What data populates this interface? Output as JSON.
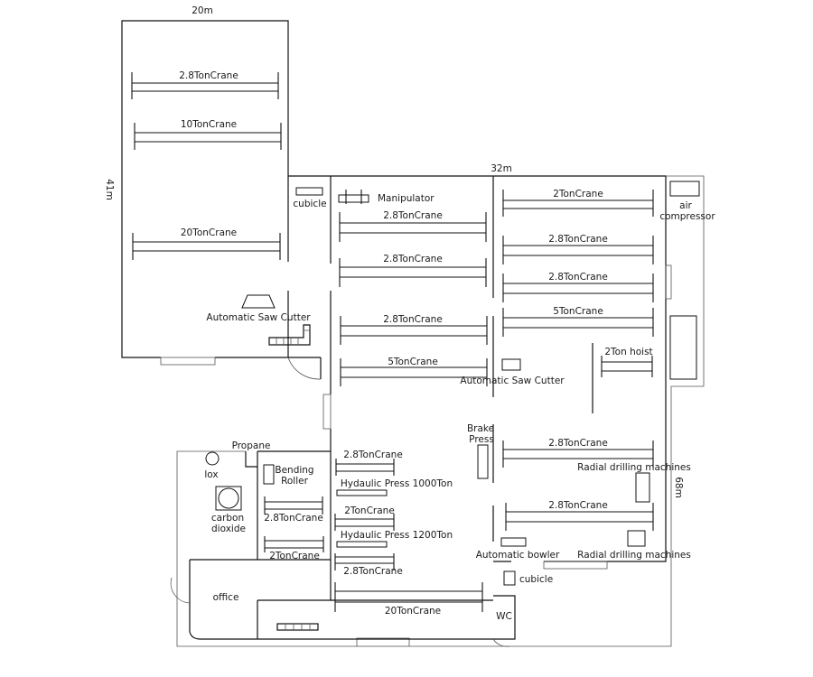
{
  "dimensions": {
    "top_width": "20m",
    "side_height": "41m",
    "main_width": "32m",
    "main_height": "68m"
  },
  "rooms": {
    "cubicle_top": "cubicle",
    "cubicle_bottom": "cubicle",
    "office": "office",
    "wc": "WC"
  },
  "equipment": {
    "air_compressor_1": "air",
    "air_compressor_2": "compressor",
    "manipulator": "Manipulator",
    "saw_cutter_left": "Automatic Saw Cutter",
    "saw_cutter_middle": "Automatic Saw Cutter",
    "brake_press_1": "Brake",
    "brake_press_2": "Press",
    "hoist": "2Ton hoist",
    "radial_drill_1": "Radial drilling machines",
    "radial_drill_2": "Radial drilling machines",
    "automatic_bowler": "Automatic bowler",
    "propane": "Propane",
    "lox": "lox",
    "carbon_dioxide_1": "carbon",
    "carbon_dioxide_2": "dioxide",
    "bending_roller_1": "Bending",
    "bending_roller_2": "Roller",
    "press_1000": "Hydaulic Press 1000Ton",
    "press_1200": "Hydaulic Press 1200Ton"
  },
  "cranes": {
    "top_1": "2.8TonCrane",
    "top_2": "10TonCrane",
    "top_3": "20TonCrane",
    "mid_1": "2.8TonCrane",
    "mid_2": "2.8TonCrane",
    "mid_3": "2.8TonCrane",
    "mid_4": "5TonCrane",
    "right_1": "2TonCrane",
    "right_2": "2.8TonCrane",
    "right_3": "2.8TonCrane",
    "right_4": "5TonCrane",
    "right_5": "2.8TonCrane",
    "right_6": "2.8TonCrane",
    "low_1": "2.8TonCrane",
    "low_2": "2TonCrane",
    "low_3": "2.8TonCrane",
    "low_4": "20TonCrane",
    "left_1": "2.8TonCrane",
    "left_2": "2TonCrane"
  }
}
